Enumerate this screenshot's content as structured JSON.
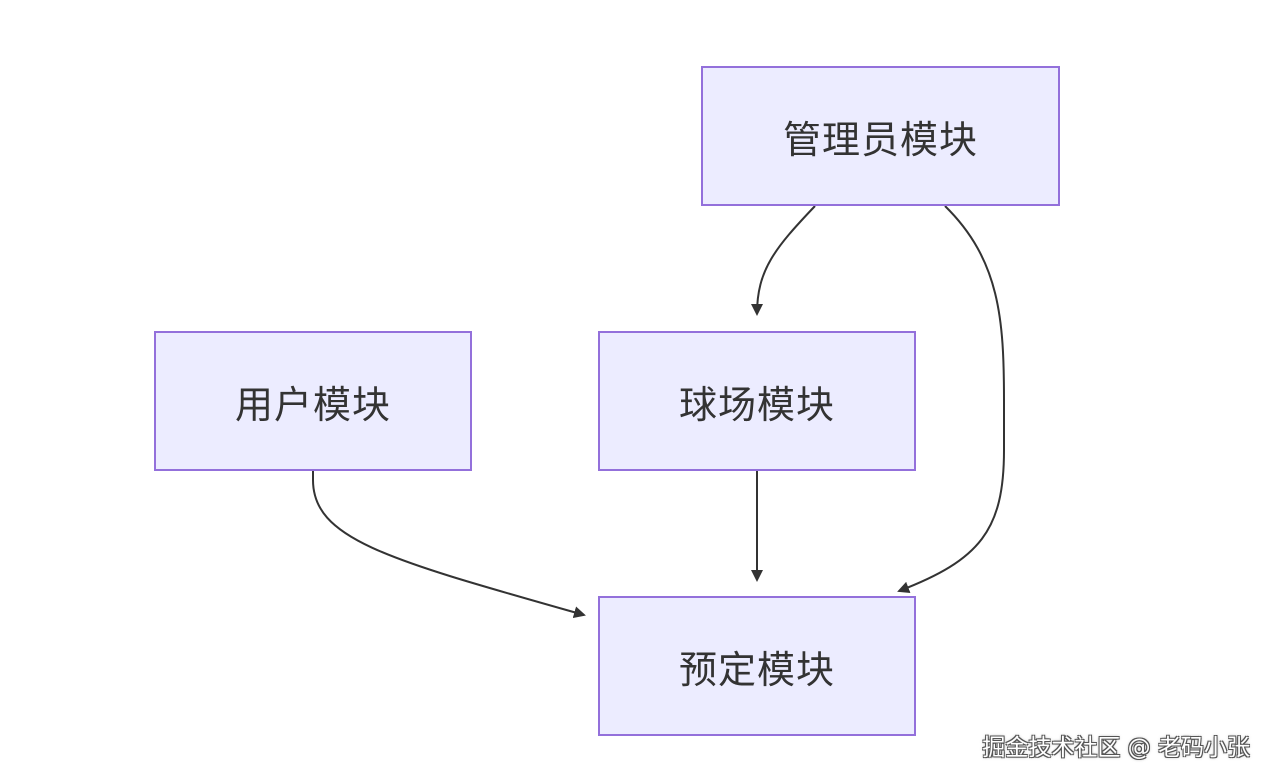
{
  "diagram": {
    "nodes": {
      "admin": {
        "label": "管理员模块"
      },
      "user": {
        "label": "用户模块"
      },
      "venue": {
        "label": "球场模块"
      },
      "booking": {
        "label": "预定模块"
      }
    },
    "edges": [
      {
        "from": "admin",
        "to": "venue"
      },
      {
        "from": "admin",
        "to": "booking"
      },
      {
        "from": "user",
        "to": "booking"
      },
      {
        "from": "venue",
        "to": "booking"
      }
    ],
    "colors": {
      "node_fill": "#ececff",
      "node_border": "#9370db",
      "edge": "#333333",
      "text": "#333333"
    }
  },
  "watermark": {
    "text": "掘金技术社区 @ 老码小张"
  }
}
